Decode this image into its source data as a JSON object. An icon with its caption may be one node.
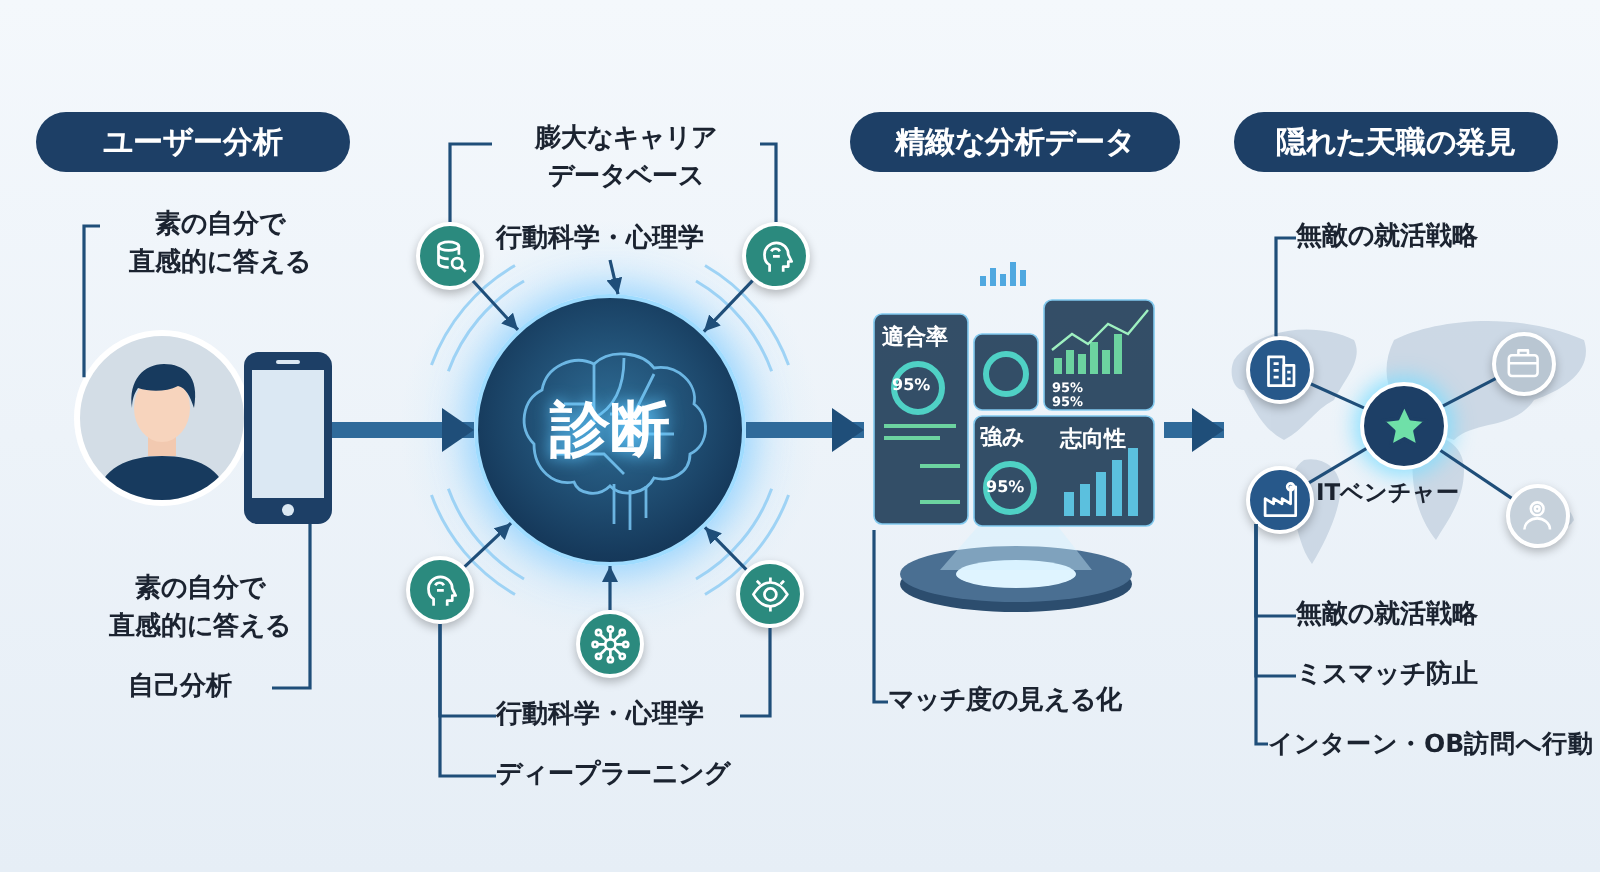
{
  "diagram": {
    "nodes": [
      {
        "text": [
          "ユーザー分析"
        ]
      },
      {
        "text": [
          "素の自分で直感的に答える"
        ]
      },
      {
        "text": [],
        "shape": "person"
      },
      {
        "text": [],
        "shape": "picture"
      },
      {
        "text": [
          "自己分析"
        ]
      },
      {
        "text": [
          "膨大なキャリアデータベース"
        ]
      },
      {
        "text": [],
        "shape": "circle"
      },
      {
        "text": [],
        "shape": "circle"
      },
      {
        "text": [
          "行動科学・心理学"
        ]
      },
      {
        "text": [
          "診断"
        ]
      },
      {
        "text": [],
        "shape": "circle"
      },
      {
        "text": [],
        "shape": "circle"
      },
      {
        "text": [],
        "shape": "circle"
      },
      {
        "text": [
          "行動科学・心理学"
        ]
      },
      {
        "text": [
          "ディープラーニング"
        ]
      },
      {
        "text": [
          "精緻な分析データ"
        ]
      },
      {
        "text": [],
        "shape": "picture"
      },
      {
        "text": [
          "マッチ度の見える化"
        ]
      },
      {
        "text": [
          "隠れた天職の発見"
        ]
      },
      {
        "text": [
          "無敵の就活戦略"
        ]
      },
      {
        "text": [],
        "shape": "picture"
      },
      {
        "text": [],
        "shape": "circle",
        "in": 20
      },
      {
        "text": [],
        "shape": "circle",
        "in": 20,
        "beside": [
          "ITベンチャー"
        ]
      },
      {
        "text": [],
        "shape": "circle",
        "in": 20
      },
      {
        "text": [],
        "shape": "circle",
        "in": 20
      },
      {
        "text": [],
        "shape": "circle",
        "in": 20
      },
      {
        "text": [
          "無敵の就活戦略"
        ]
      },
      {
        "text": [
          "ミスマッチ防止"
        ]
      },
      {
        "text": [
          "インターン・OB訪問へ行動"
        ]
      }
    ],
    "edges": [
      {
        "from": 1,
        "to": 2,
        "arrow": "none"
      },
      {
        "from": 4,
        "to": 3,
        "arrow": "none"
      },
      {
        "from": 3,
        "to": 9,
        "arrow": "to",
        "style": "thick"
      },
      {
        "from": 5,
        "to": 6,
        "arrow": "none"
      },
      {
        "from": 5,
        "to": 7,
        "arrow": "none"
      },
      {
        "from": 8,
        "to": 9,
        "arrow": "to"
      },
      {
        "from": 6,
        "to": 9,
        "arrow": "to"
      },
      {
        "from": 7,
        "to": 9,
        "arrow": "to"
      },
      {
        "from": 10,
        "to": 9,
        "arrow": "to"
      },
      {
        "from": 11,
        "to": 9,
        "arrow": "to"
      },
      {
        "from": 12,
        "to": 9,
        "arrow": "to"
      },
      {
        "from": 13,
        "to": 10,
        "arrow": "none"
      },
      {
        "from": 13,
        "to": 12,
        "arrow": "none"
      },
      {
        "from": 10,
        "to": 14,
        "arrow": "none"
      },
      {
        "from": 9,
        "to": 16,
        "arrow": "to",
        "style": "thick"
      },
      {
        "from": 17,
        "to": 16,
        "arrow": "none"
      },
      {
        "from": 16,
        "to": 20,
        "arrow": "to",
        "style": "thick"
      },
      {
        "from": 19,
        "to": 21,
        "arrow": "none"
      },
      {
        "from": 21,
        "to": 22,
        "arrow": "none"
      },
      {
        "from": 24,
        "to": 22,
        "arrow": "none"
      },
      {
        "from": 22,
        "to": 23,
        "arrow": "none"
      },
      {
        "from": 22,
        "to": 25,
        "arrow": "none"
      },
      {
        "from": 24,
        "to": 26,
        "arrow": "none"
      },
      {
        "from": 24,
        "to": 27,
        "arrow": "none"
      },
      {
        "from": 24,
        "to": 28,
        "arrow": "none"
      }
    ],
    "labels": [
      "素の自分で直感的に答える",
      "適合率",
      "95%",
      "95%",
      "95%",
      "強み",
      "95%",
      "志向性"
    ]
  }
}
